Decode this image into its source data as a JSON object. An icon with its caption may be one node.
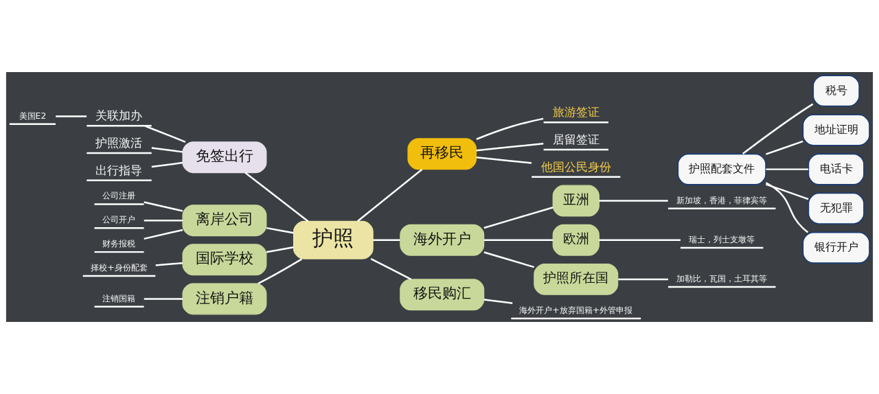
{
  "diagram": {
    "nodes": [
      {
        "text": [
          "护照"
        ]
      },
      {
        "text": [
          "免签出行"
        ]
      },
      {
        "text": [
          "关联加办"
        ]
      },
      {
        "text": [
          "美国E2"
        ]
      },
      {
        "text": [
          "护照激活"
        ]
      },
      {
        "text": [
          "出行指导"
        ]
      },
      {
        "text": [
          "离岸公司"
        ]
      },
      {
        "text": [
          "公司注册"
        ]
      },
      {
        "text": [
          "公司开户"
        ]
      },
      {
        "text": [
          "财务报税"
        ]
      },
      {
        "text": [
          "国际学校"
        ]
      },
      {
        "text": [
          "择校+身份配套"
        ]
      },
      {
        "text": [
          "注销户籍"
        ]
      },
      {
        "text": [
          "注销国籍"
        ]
      },
      {
        "text": [
          "再移民"
        ]
      },
      {
        "text": [
          "旅游签证"
        ]
      },
      {
        "text": [
          "居留签证"
        ]
      },
      {
        "text": [
          "他国公民身份"
        ]
      },
      {
        "text": [
          "海外开户"
        ]
      },
      {
        "text": [
          "亚洲"
        ]
      },
      {
        "text": [
          "新加坡，香港，菲律宾等"
        ]
      },
      {
        "text": [
          "欧洲"
        ]
      },
      {
        "text": [
          "瑞士，列士支墩等"
        ]
      },
      {
        "text": [
          "护照所在国"
        ]
      },
      {
        "text": [
          "加勒比，瓦国，土耳其等"
        ]
      },
      {
        "text": [
          "移民购汇"
        ]
      },
      {
        "text": [
          "海外开户+放弃国籍+外管申报"
        ]
      },
      {
        "text": [
          "护照配套文件"
        ]
      },
      {
        "text": [
          "税号"
        ]
      },
      {
        "text": [
          "地址证明"
        ]
      },
      {
        "text": [
          "电话卡"
        ]
      },
      {
        "text": [
          "无犯罪"
        ]
      },
      {
        "text": [
          "银行开户"
        ]
      }
    ],
    "edges": [
      {
        "from": 1,
        "to": 0,
        "arrow": "none"
      },
      {
        "from": 2,
        "to": 1,
        "arrow": "none"
      },
      {
        "from": 3,
        "to": 2,
        "arrow": "none"
      },
      {
        "from": 4,
        "to": 1,
        "arrow": "none"
      },
      {
        "from": 5,
        "to": 1,
        "arrow": "none"
      },
      {
        "from": 6,
        "to": 0,
        "arrow": "none"
      },
      {
        "from": 7,
        "to": 6,
        "arrow": "none"
      },
      {
        "from": 8,
        "to": 6,
        "arrow": "none"
      },
      {
        "from": 9,
        "to": 6,
        "arrow": "none"
      },
      {
        "from": 10,
        "to": 0,
        "arrow": "none"
      },
      {
        "from": 11,
        "to": 10,
        "arrow": "none"
      },
      {
        "from": 12,
        "to": 0,
        "arrow": "none"
      },
      {
        "from": 13,
        "to": 12,
        "arrow": "none"
      },
      {
        "from": 0,
        "to": 14,
        "arrow": "none"
      },
      {
        "from": 14,
        "to": 15,
        "arrow": "none"
      },
      {
        "from": 14,
        "to": 16,
        "arrow": "none"
      },
      {
        "from": 14,
        "to": 17,
        "arrow": "none"
      },
      {
        "from": 0,
        "to": 18,
        "arrow": "none"
      },
      {
        "from": 18,
        "to": 19,
        "arrow": "none"
      },
      {
        "from": 19,
        "to": 20,
        "arrow": "none"
      },
      {
        "from": 18,
        "to": 21,
        "arrow": "none"
      },
      {
        "from": 21,
        "to": 22,
        "arrow": "none"
      },
      {
        "from": 18,
        "to": 23,
        "arrow": "none"
      },
      {
        "from": 23,
        "to": 24,
        "arrow": "none"
      },
      {
        "from": 0,
        "to": 25,
        "arrow": "none"
      },
      {
        "from": 25,
        "to": 26,
        "arrow": "none"
      },
      {
        "from": 27,
        "to": 28,
        "arrow": "none"
      },
      {
        "from": 27,
        "to": 29,
        "arrow": "none"
      },
      {
        "from": 27,
        "to": 30,
        "arrow": "none"
      },
      {
        "from": 27,
        "to": 31,
        "arrow": "none"
      },
      {
        "from": 27,
        "to": 32,
        "arrow": "none"
      }
    ]
  }
}
